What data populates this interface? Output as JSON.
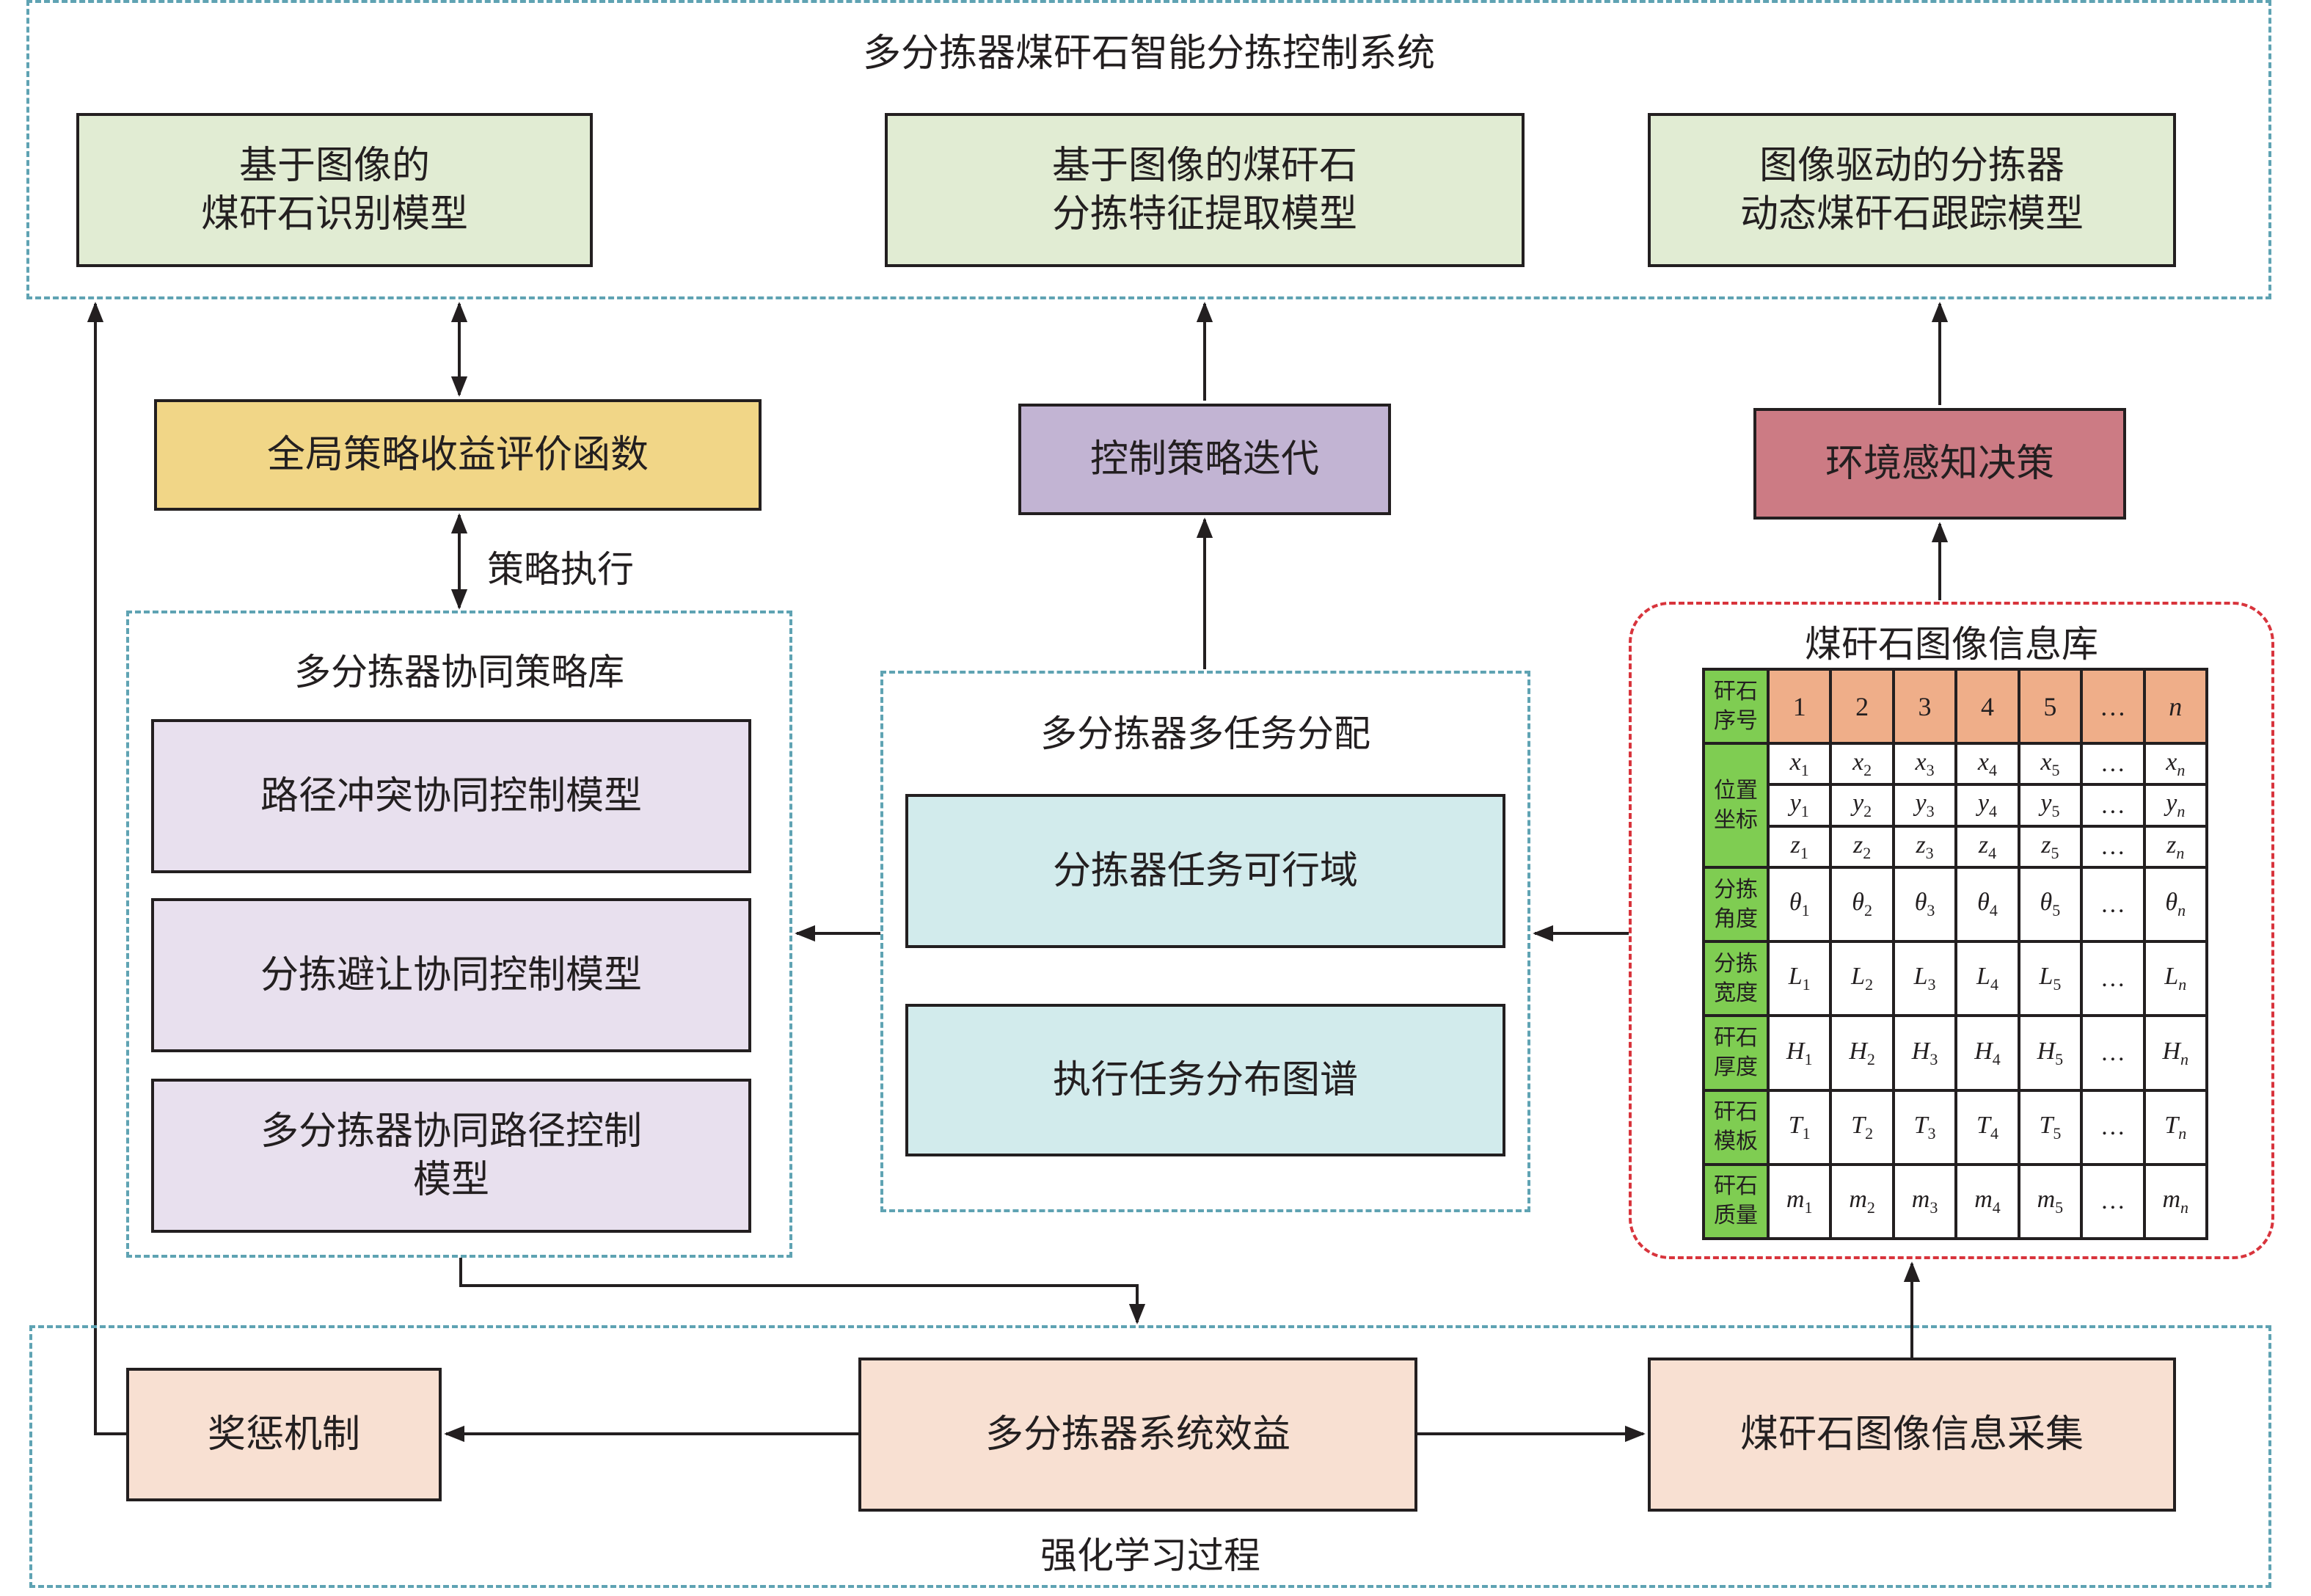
{
  "system": {
    "title": "多分拣器煤矸石智能分拣控制系统",
    "models": [
      {
        "line1": "基于图像的",
        "line2": "煤矸石识别模型"
      },
      {
        "line1": "基于图像的煤矸石",
        "line2": "分拣特征提取模型"
      },
      {
        "line1": "图像驱动的分拣器",
        "line2": "动态煤矸石跟踪模型"
      }
    ]
  },
  "middle_row": {
    "global_eval": "全局策略收益评价函数",
    "control_iter": "控制策略迭代",
    "env_decision": "环境感知决策",
    "strategy_exec_label": "策略执行"
  },
  "strategy_library": {
    "title": "多分拣器协同策略库",
    "items": [
      {
        "line1": "路径冲突协同控制模型",
        "line2": ""
      },
      {
        "line1": "分拣避让协同控制模型",
        "line2": ""
      },
      {
        "line1": "多分拣器协同路径控制",
        "line2": "模型"
      }
    ]
  },
  "task_allocation": {
    "title": "多分拣器多任务分配",
    "items": [
      "分拣器任务可行域",
      "执行任务分布图谱"
    ]
  },
  "info_db": {
    "title": "煤矸石图像信息库",
    "header_label": [
      "矸石",
      "序号"
    ],
    "columns": [
      "1",
      "2",
      "3",
      "4",
      "5",
      "…",
      "n"
    ],
    "rows": [
      {
        "label": [
          "位置",
          "坐标"
        ],
        "sym": "x",
        "span": 3
      },
      {
        "label": null,
        "sym": "y"
      },
      {
        "label": null,
        "sym": "z"
      },
      {
        "label": [
          "分拣",
          "角度"
        ],
        "sym": "θ"
      },
      {
        "label": [
          "分拣",
          "宽度"
        ],
        "sym": "L"
      },
      {
        "label": [
          "矸石",
          "厚度"
        ],
        "sym": "H"
      },
      {
        "label": [
          "矸石",
          "模板"
        ],
        "sym": "T"
      },
      {
        "label": [
          "矸石",
          "质量"
        ],
        "sym": "m"
      }
    ],
    "subscripts": [
      "1",
      "2",
      "3",
      "4",
      "5",
      "…",
      "n"
    ]
  },
  "rl_process": {
    "title": "强化学习过程",
    "reward": "奖惩机制",
    "benefit": "多分拣器系统效益",
    "collect": "煤矸石图像信息采集"
  },
  "colors": {
    "dashed_frame": "#5fa3b3",
    "db_frame": "#d8343c",
    "model_box": "#e1ecd3",
    "eval_box": "#f1d687",
    "control_box": "#c2b4d3",
    "decision_box": "#cc7b84",
    "strategy_box": "#e8e0ee",
    "task_box": "#d2ebec",
    "rl_box": "#f8e0d2",
    "table_header_green": "#7fcd52",
    "table_header_orange": "#efae89"
  }
}
